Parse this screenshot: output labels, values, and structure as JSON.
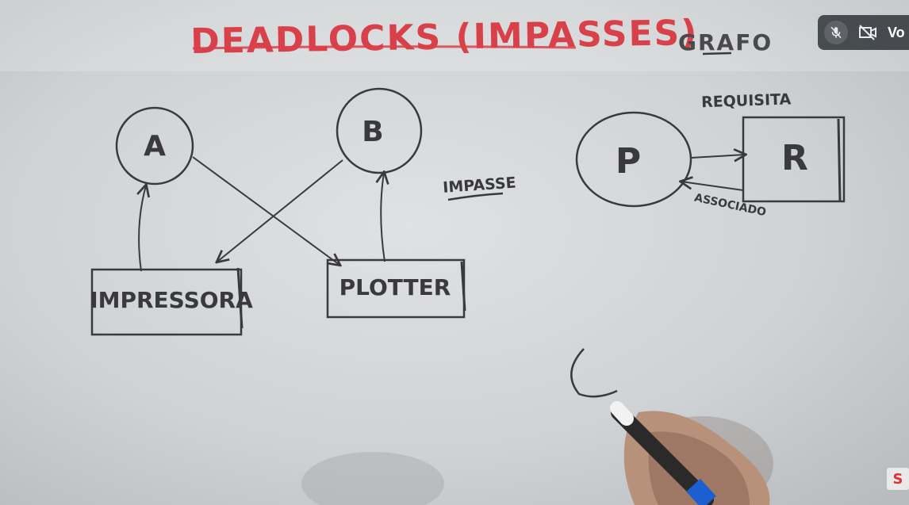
{
  "board": {
    "title": "DEADLOCKS (IMPASSES)",
    "left_diagram": {
      "process_a": "A",
      "process_b": "B",
      "resource_1": "IMPRESSORA",
      "resource_2": "PLOTTER",
      "note": "IMPASSE"
    },
    "right_diagram": {
      "heading": "GRAFO",
      "process": "P",
      "resource": "R",
      "request_label": "REQUISITA",
      "assigned_label": "ASSOCIADO"
    }
  },
  "call_overlay": {
    "mic_icon": "mic-off-icon",
    "camera_icon": "camera-off-icon",
    "label": "Vo"
  },
  "colors": {
    "marker_red": "#d9414a",
    "marker_dark": "#3a3a3c",
    "board": "#c9ccce",
    "overlay_bg": "#3c4043"
  }
}
